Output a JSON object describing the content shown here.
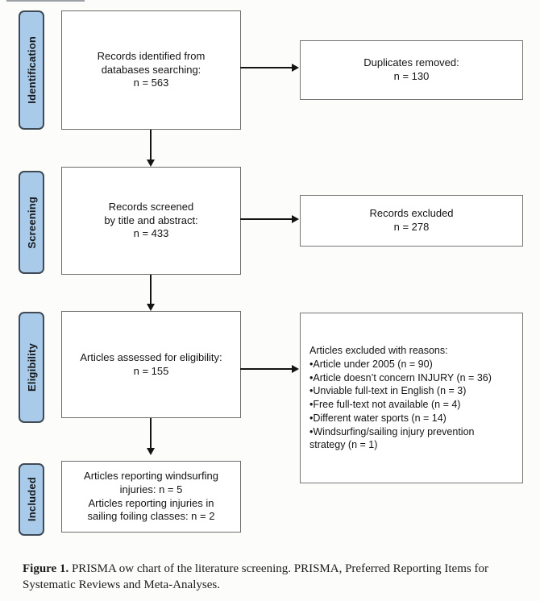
{
  "diagram": {
    "stages": [
      {
        "label": "Identification"
      },
      {
        "label": "Screening"
      },
      {
        "label": "Eligibility"
      },
      {
        "label": "Included"
      }
    ],
    "main_boxes": [
      {
        "lines": [
          "Records identified from",
          "databases searching:",
          "n = 563"
        ]
      },
      {
        "lines": [
          "Records screened",
          "by title and abstract:",
          "n = 433"
        ]
      },
      {
        "lines": [
          "Articles assessed for eligibility:",
          "n = 155"
        ]
      },
      {
        "lines": [
          "Articles reporting windsurfing",
          "injuries: n = 5",
          "Articles reporting injuries in",
          "sailing foiling classes: n = 2"
        ]
      }
    ],
    "side_boxes": [
      {
        "lines": [
          "Duplicates removed:",
          "n = 130"
        ]
      },
      {
        "lines": [
          "Records excluded",
          "n = 278"
        ]
      },
      {
        "title": "Articles excluded with reasons:",
        "reasons": [
          "•Article under 2005 (n = 90)",
          "•Article doesn’t concern INJURY (n = 36)",
          "•Unviable full-text in English (n = 3)",
          "•Free full-text not available (n = 4)",
          "•Different water sports (n = 14)",
          "•Windsurfing/sailing injury prevention",
          "strategy (n = 1)"
        ]
      }
    ],
    "colors": {
      "stage_fill": "#a9cbe9",
      "stage_border": "#3f4a55",
      "box_border": "#6d6d6d",
      "arrow": "#141414"
    }
  },
  "caption": {
    "label": "Figure 1.",
    "text": " PRISMA ow chart of the literature screening. PRISMA, Preferred Reporting Items for Systematic Reviews and Meta-Analyses."
  }
}
